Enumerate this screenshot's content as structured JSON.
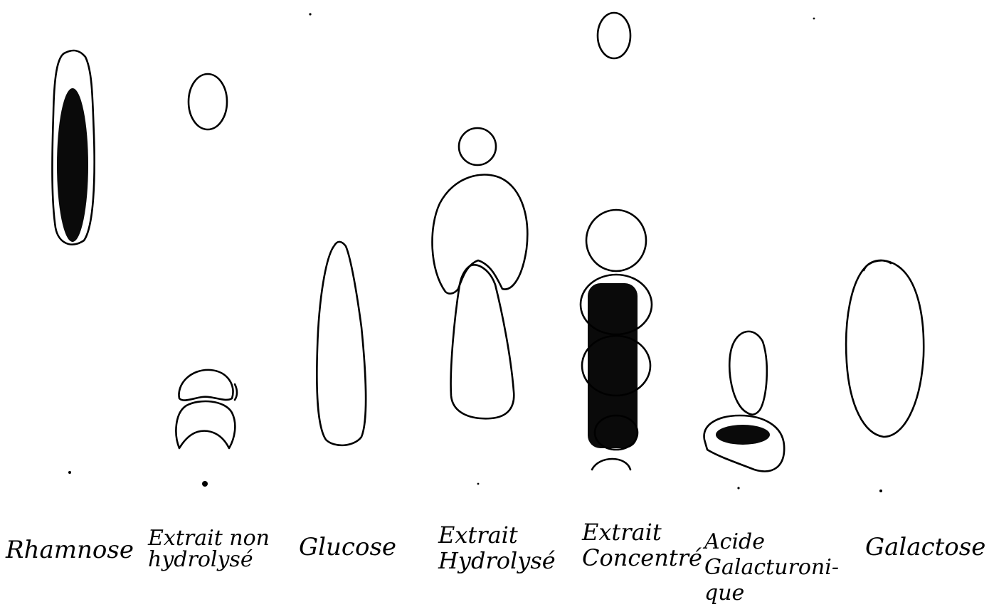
{
  "lanes": [
    {
      "label_lines": [
        "Rhamnose"
      ]
    },
    {
      "label_lines": [
        "Extrait non",
        "hydrolysé"
      ]
    },
    {
      "label_lines": [
        "Glucose"
      ]
    },
    {
      "label_lines": [
        "Extrait",
        "Hydrolysé"
      ]
    },
    {
      "label_lines": [
        "Extrait",
        "Concentré"
      ]
    },
    {
      "label_lines": [
        "Acide",
        "Galacturoni-",
        "que"
      ]
    },
    {
      "label_lines": [
        "Galactose"
      ]
    }
  ],
  "colors": {
    "ink": "#000000",
    "paper": "#ffffff"
  }
}
